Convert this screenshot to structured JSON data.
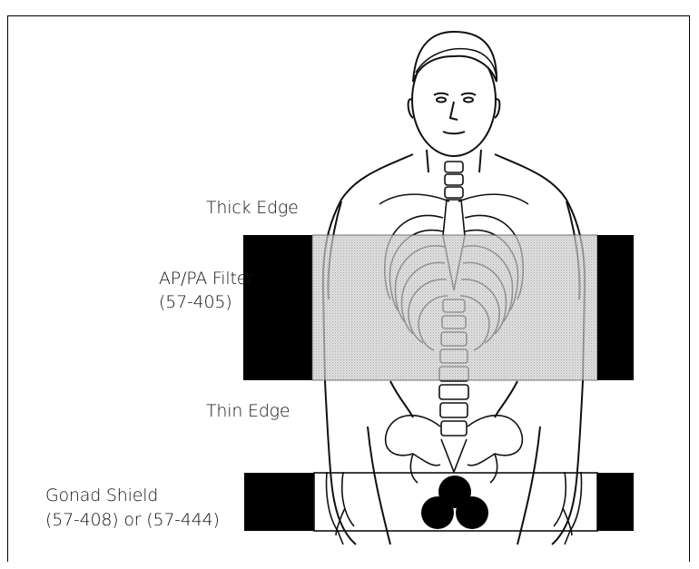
{
  "labels": {
    "thick_edge": "Thick Edge",
    "ap_pa_filter": "AP/PA Filter",
    "ap_pa_part": "(57-405)",
    "thin_edge": "Thin Edge",
    "gonad_shield": "Gonad Shield",
    "gonad_parts": "(57-408) or (57-444)"
  },
  "colors": {
    "filter_black": "#000000",
    "filter_gradient": "#c9c9c9",
    "line": "#111111"
  }
}
